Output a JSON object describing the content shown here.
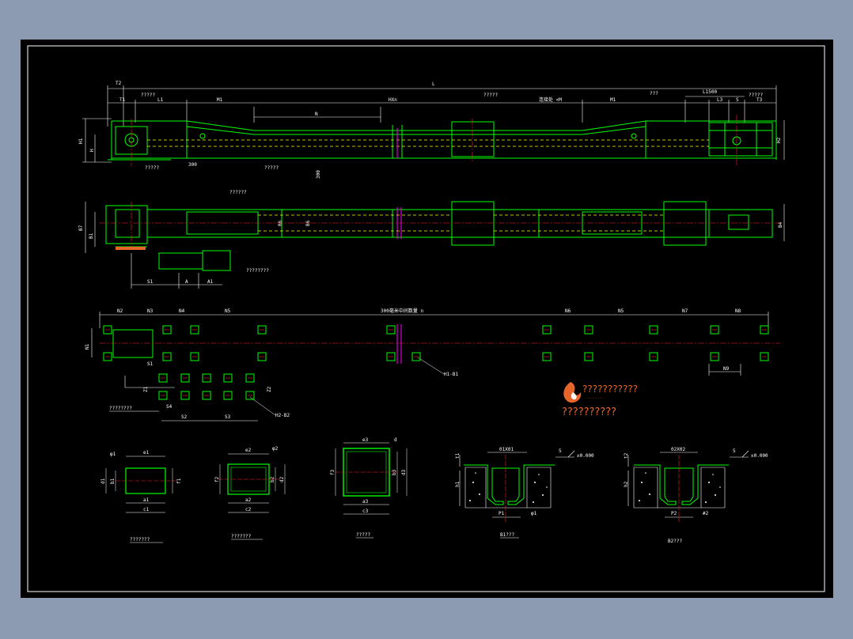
{
  "colors": {
    "background": "#8c9bb2",
    "sheet": "#000000",
    "frame": "#ffffff",
    "outline": "#00ff00",
    "centerline": "#ff2020",
    "hidden": "#ffff00",
    "accent": "#ff00ff",
    "text": "#ffffff",
    "logo": "#e8652a"
  },
  "elevation": {
    "overall": "L",
    "top_dims": [
      "T2",
      "T1",
      "L1",
      "M1",
      "HXn",
      "M1",
      "L3",
      "S",
      "T3"
    ],
    "mid_labels": [
      "N",
      "连接处 <M",
      "???",
      "L1500"
    ],
    "left_dims": [
      "H1",
      "H"
    ],
    "right_dims": [
      "H2"
    ],
    "callouts": [
      "?????",
      "?????",
      "?????",
      "?????",
      "?????"
    ],
    "small_dims": [
      "300",
      "300"
    ]
  },
  "plan": {
    "left_dims": [
      "B7",
      "B1"
    ],
    "right_dims": [
      "B4"
    ],
    "inner_dims": [
      "B6",
      "B6"
    ],
    "callouts": [
      "??????",
      "????????"
    ],
    "bottom_dims": [
      "S1",
      "A",
      "A1"
    ]
  },
  "foundation": {
    "top_dims": [
      "N2",
      "N3",
      "N4",
      "N5",
      "N6",
      "N5",
      "N7",
      "N8"
    ],
    "center_note": "300毫米中间数量 n",
    "left_dim": "N1",
    "hole_label_1": "H1-B1",
    "hole_label_2": "H2-B2",
    "note": "????????",
    "dims": [
      "S1",
      "Z1",
      "Z2",
      "S4",
      "S2",
      "S3",
      "N9"
    ]
  },
  "sections": [
    {
      "caption": "???????",
      "dims": [
        "e1",
        "d1",
        "b1",
        "f1",
        "a1",
        "c1",
        "φ1"
      ]
    },
    {
      "caption": "???????",
      "dims": [
        "e2",
        "f2",
        "b2",
        "d2",
        "a2",
        "c2",
        "φ2"
      ]
    },
    {
      "caption": "?????",
      "dims": [
        "e3",
        "f3",
        "b3",
        "d3",
        "a3",
        "c3",
        "d"
      ]
    },
    {
      "caption": "B1???",
      "dims": [
        "01X01",
        "t1",
        "h1",
        "P1",
        "φ1",
        "±0.000",
        "5"
      ]
    },
    {
      "caption": "B2???",
      "dims": [
        "02X02",
        "t2",
        "h2",
        "P2",
        "#2",
        "±0.000",
        "5"
      ]
    }
  ],
  "logo": {
    "title": "???????????",
    "subtitle": "· · · · · · · · · ·",
    "text": "??????????"
  }
}
